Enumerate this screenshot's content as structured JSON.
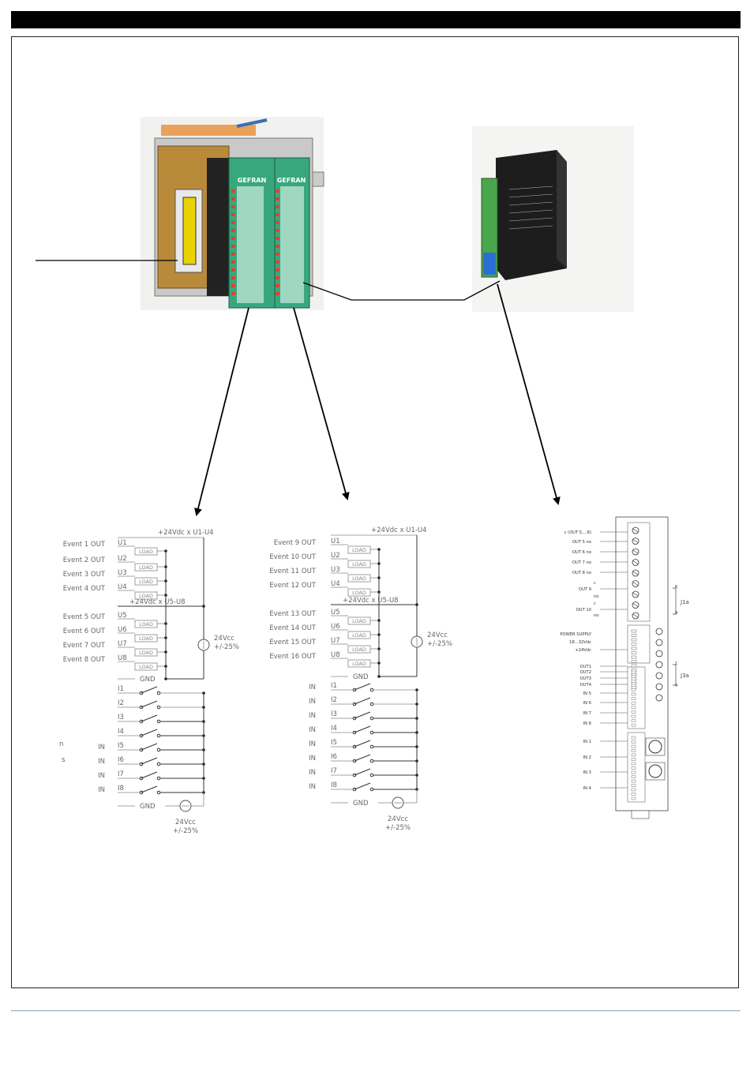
{
  "schematic_left": {
    "supply_u1_u4": "+24Vdc x U1-U4",
    "supply_u5_u8": "+24Vdc x U5-U8",
    "events": [
      "Event  1  OUT",
      "Event  2  OUT",
      "Event  3  OUT",
      "Event  4  OUT",
      "Event  5  OUT",
      "Event  6  OUT",
      "Event  7  OUT",
      "Event  8  OUT"
    ],
    "outputs": [
      "U1",
      "U2",
      "U3",
      "U4",
      "U5",
      "U6",
      "U7",
      "U8"
    ],
    "load_label": "LOAD",
    "gnd": "GND",
    "inputs": [
      "I1",
      "I2",
      "I3",
      "I4",
      "I5",
      "I6",
      "I7",
      "I8"
    ],
    "in_label": "IN",
    "side_marks": [
      "n",
      "s"
    ],
    "supply_voltage": "24Vcc",
    "tolerance": "+/-25%"
  },
  "schematic_mid": {
    "supply_u1_u4": "+24Vdc x U1-U4",
    "supply_u5_u8": "+24Vdc x U5-U8",
    "events": [
      "Event  9  OUT",
      "Event  10  OUT",
      "Event  11  OUT",
      "Event  12  OUT",
      "Event  13  OUT",
      "Event  14  OUT",
      "Event  15  OUT",
      "Event  16  OUT"
    ],
    "outputs": [
      "U1",
      "U2",
      "U3",
      "U4",
      "U5",
      "U6",
      "U7",
      "U8"
    ],
    "load_label": "LOAD",
    "gnd": "GND",
    "inputs": [
      "I1",
      "I2",
      "I3",
      "I4",
      "I5",
      "I6",
      "I7",
      "I8"
    ],
    "in_label": "IN",
    "supply_voltage": "24Vcc",
    "tolerance": "+/-25%"
  },
  "terminal_board": {
    "labels": [
      "c (OUT 5,...8)",
      "OUT 5  no",
      "OUT 6  no",
      "OUT 7  no",
      "OUT 8  no",
      "OUT 9",
      "OUT 10",
      "POWER SUPPLY",
      "18...32Vdc",
      "+24Vdc",
      "OUT1",
      "OUT2",
      "OUT3",
      "OUT4",
      "IN 5",
      "IN 6",
      "IN 7",
      "IN 8",
      "IN 1",
      "IN 2",
      "IN 3",
      "IN 4"
    ],
    "contact_marks": [
      "c",
      "no"
    ],
    "connector_j1a": "J1a",
    "connector_j3a": "J3a",
    "pin_marks": [
      "6",
      "9",
      "1",
      "4"
    ]
  },
  "product_photo": {
    "brand": "GEFRAN"
  }
}
